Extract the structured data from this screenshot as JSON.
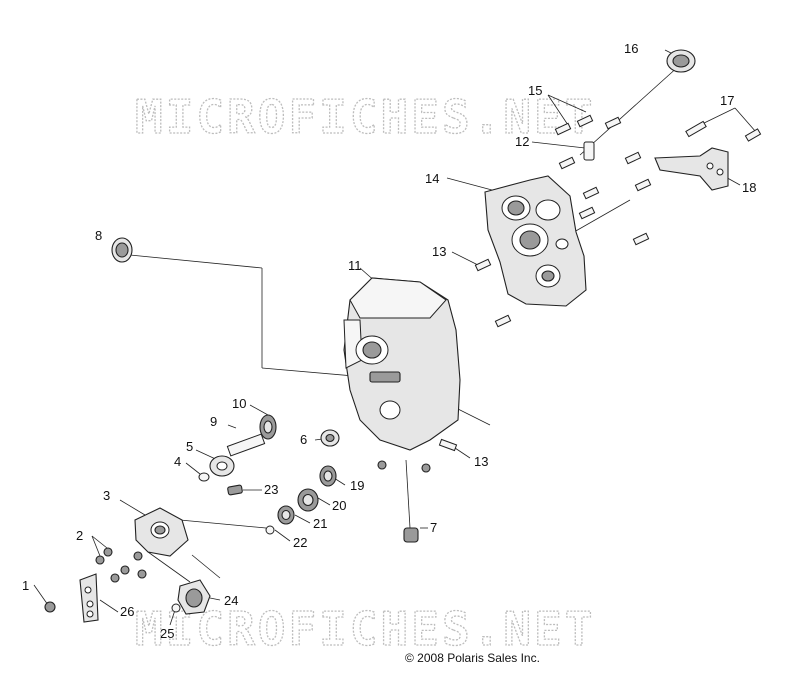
{
  "watermarks": [
    "MICROFICHES.NET",
    "MICROFICHES.NET"
  ],
  "copyright": "© 2008 Polaris Sales Inc.",
  "callouts": {
    "c1": "1",
    "c2": "2",
    "c3": "3",
    "c4": "4",
    "c5": "5",
    "c6": "6",
    "c7": "7",
    "c8": "8",
    "c9": "9",
    "c10": "10",
    "c11": "11",
    "c12": "12",
    "c13a": "13",
    "c13b": "13",
    "c14": "14",
    "c15": "15",
    "c16": "16",
    "c17": "17",
    "c18": "18",
    "c19": "19",
    "c20": "20",
    "c21": "21",
    "c22": "22",
    "c23": "23",
    "c24": "24",
    "c25": "25",
    "c26": "26"
  }
}
